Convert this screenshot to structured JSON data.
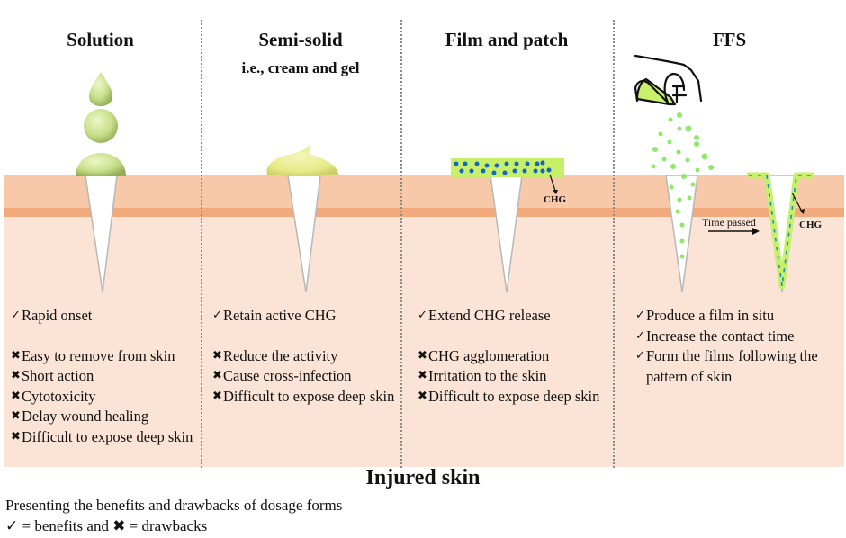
{
  "columns": [
    {
      "id": "solution",
      "title": "Solution",
      "subtitle": "",
      "benefits": [
        "Rapid onset"
      ],
      "drawbacks": [
        "Easy to remove from skin",
        "Short action",
        "Cytotoxicity",
        "Delay wound healing",
        "Difficult to expose deep skin"
      ]
    },
    {
      "id": "semi-solid",
      "title": "Semi-solid",
      "subtitle": "i.e., cream and gel",
      "benefits": [
        "Retain active CHG"
      ],
      "drawbacks": [
        "Reduce the activity",
        "Cause cross-infection",
        "Difficult to expose deep skin"
      ]
    },
    {
      "id": "film-and-patch",
      "title": "Film and patch",
      "subtitle": "",
      "benefits": [
        "Extend CHG release"
      ],
      "drawbacks": [
        "CHG agglomeration",
        "Irritation to the skin",
        "Difficult to expose deep skin"
      ]
    },
    {
      "id": "ffs",
      "title": "FFS",
      "subtitle": "",
      "benefits": [
        "Produce a film in situ",
        "Increase the contact time",
        "Form the films following the pattern of skin"
      ],
      "drawbacks": []
    }
  ],
  "labels": {
    "chg_film": "CHG",
    "chg_ffs": "CHG",
    "time_passed": "Time passed"
  },
  "symbols": {
    "benefit": "✓",
    "drawback": "✖"
  },
  "footer": {
    "title": "Injured skin",
    "caption_line1": "Presenting the benefits and drawbacks of dosage forms",
    "caption_line2": "✓ = benefits and ✖ = drawbacks"
  },
  "colors": {
    "skin_upper": "#f7c9a9",
    "skin_band": "#f2a97c",
    "skin_lower": "#fbe4d6",
    "droplet_green": "#c8e08a",
    "cream_yellow": "#e6ea86",
    "film_green": "#c6f06a",
    "chg_dot_blue": "#1565c0",
    "spray_green": "#8ee86a"
  }
}
